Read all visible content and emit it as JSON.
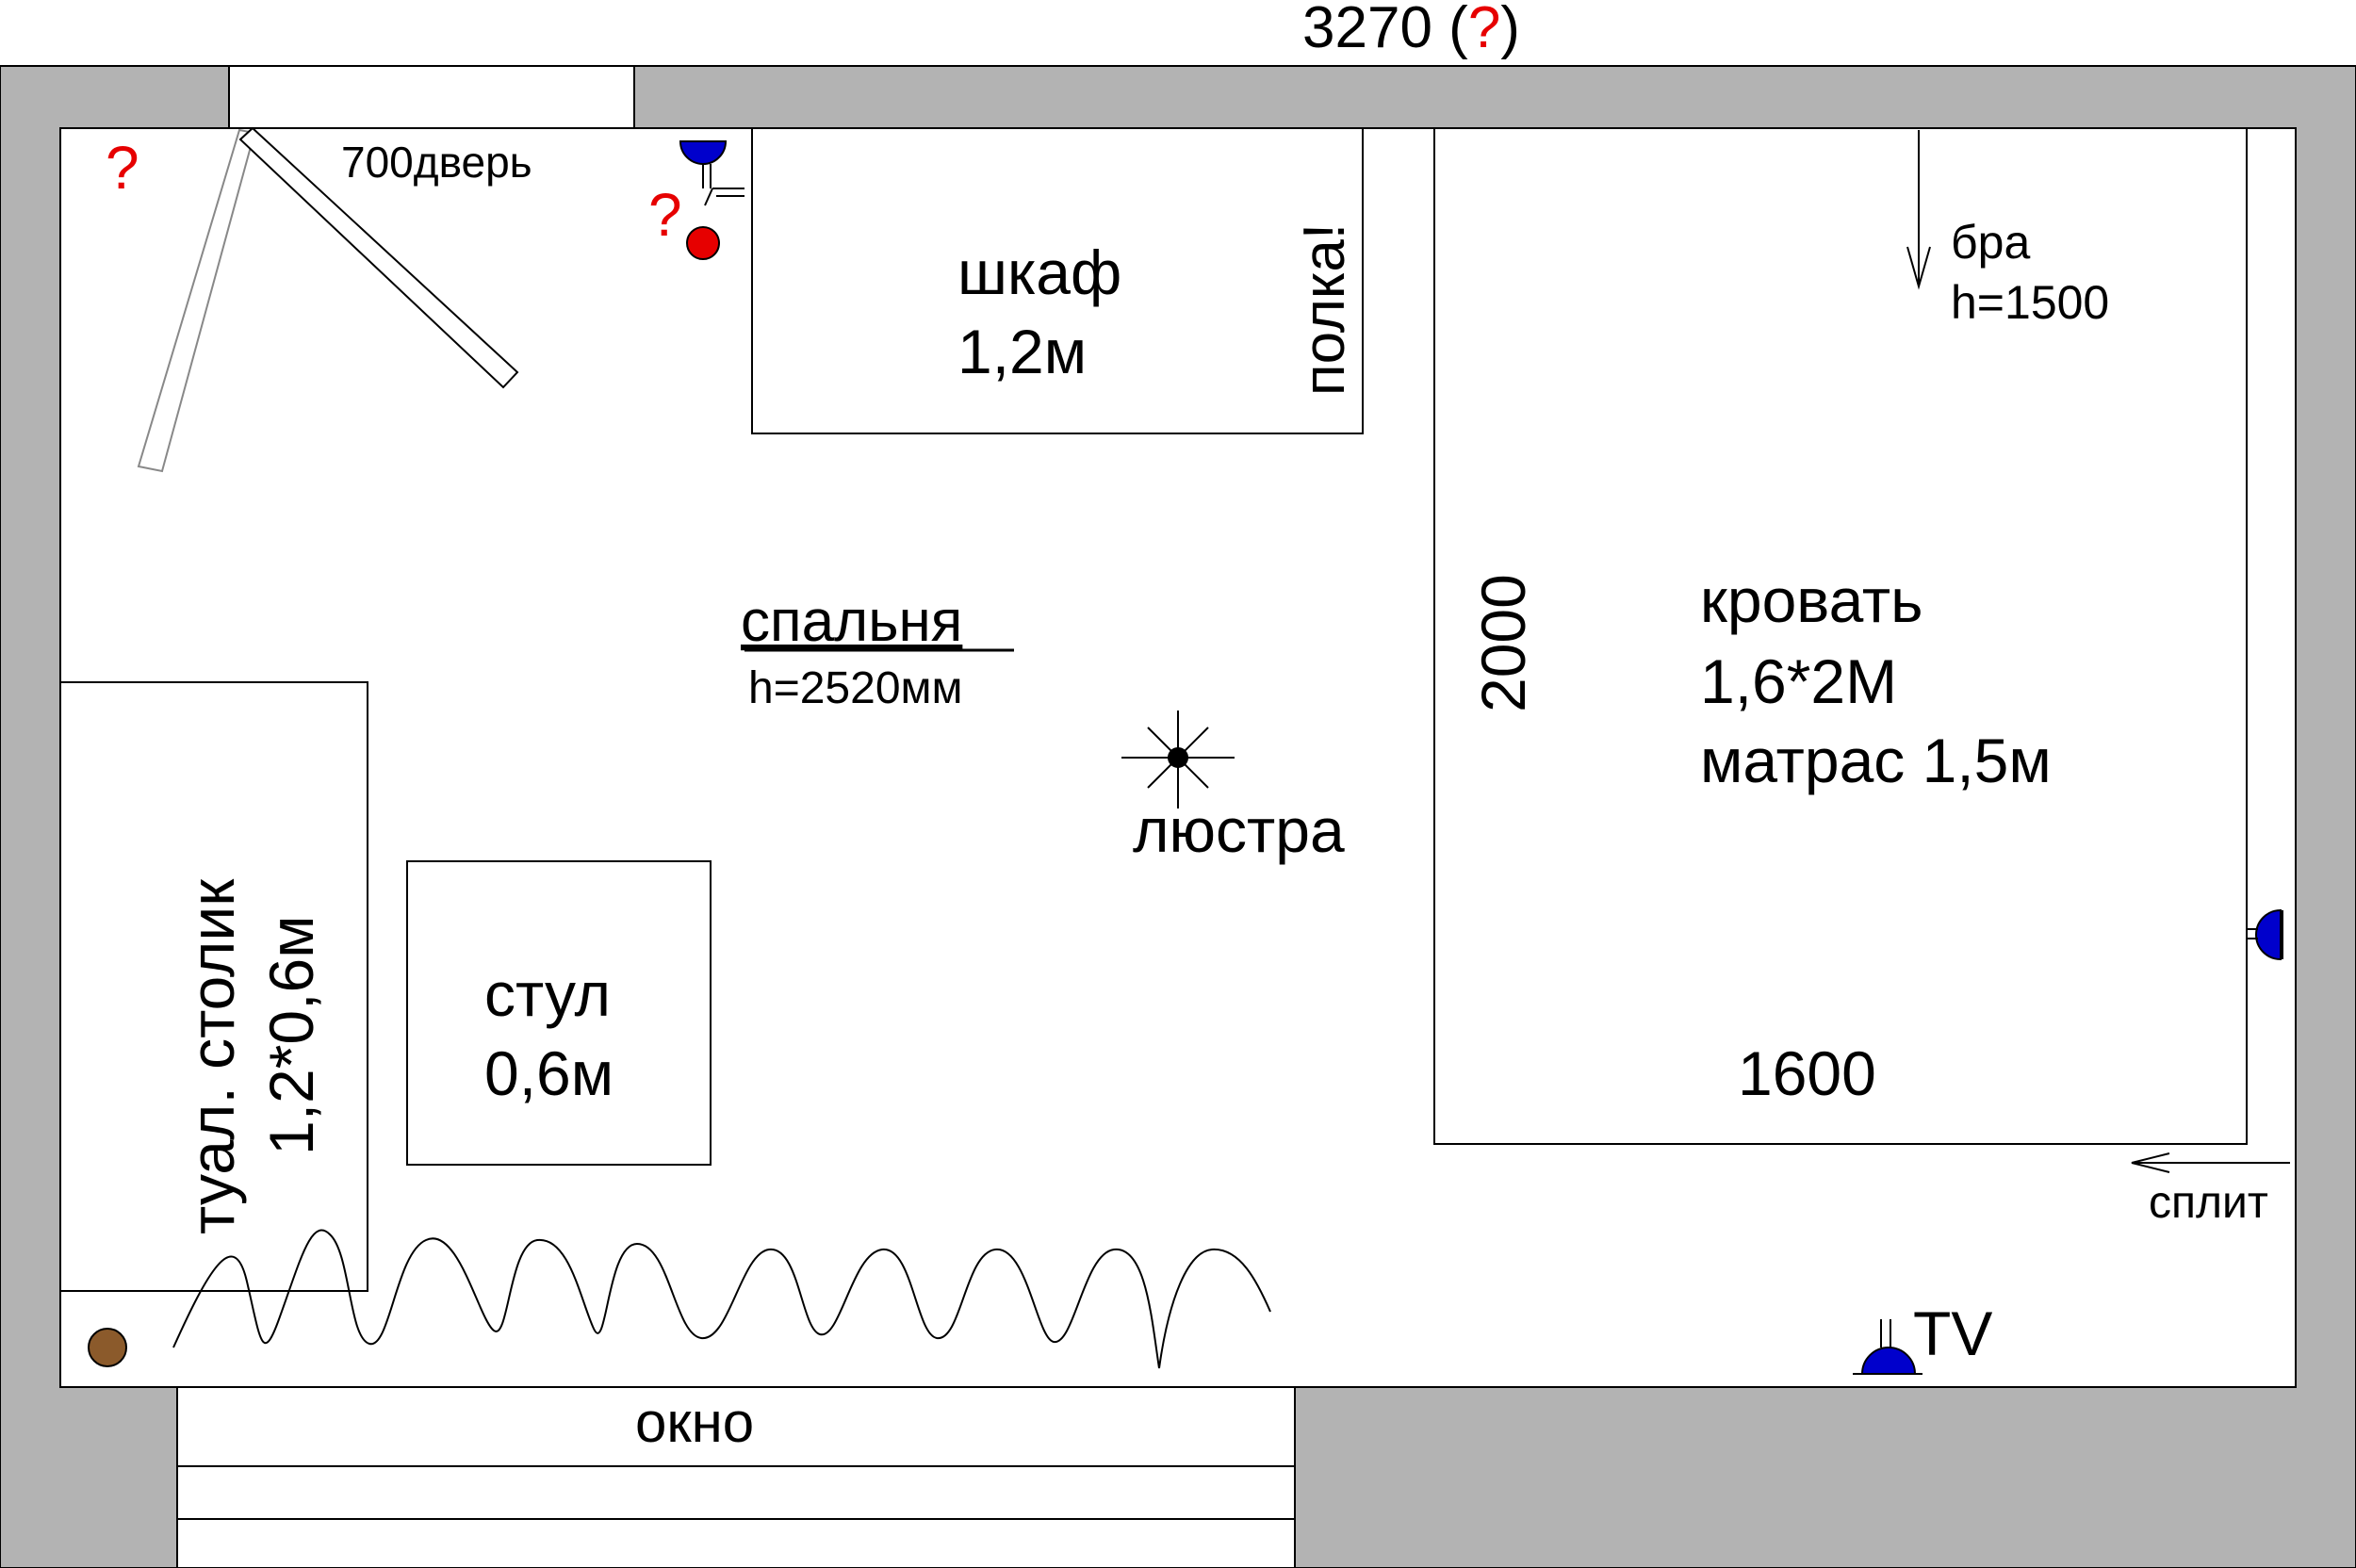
{
  "dimension_top": {
    "value": "3270 (",
    "mark": "?",
    "close": ")"
  },
  "door": {
    "label": "700дверь",
    "question_mark": "?"
  },
  "switch_question_mark": "?",
  "wardrobe": {
    "name": "шкаф",
    "width": "1,2м",
    "shelf_note": "полка!"
  },
  "room": {
    "name": "спальня",
    "height": "h=2520мм"
  },
  "bed": {
    "name": "кровать",
    "size": "1,6*2М",
    "mattress": "матрас 1,5м",
    "length_dim": "2000",
    "width_dim": "1600"
  },
  "sconce": {
    "label": "бра",
    "height": "h=1500"
  },
  "chandelier": {
    "label": "люстра"
  },
  "chair": {
    "name": "стул",
    "size": "0,6м"
  },
  "vanity": {
    "name": "туал. столик",
    "size": "1,2*0,6м"
  },
  "split": {
    "label": "сплит"
  },
  "tv": {
    "label": "TV"
  },
  "window": {
    "label": "окно"
  },
  "colors": {
    "wall": "#b3b3b3",
    "socket": "#0000cc",
    "switch": "#e60000",
    "question": "#e60000",
    "pipe": "#8b5a2b"
  }
}
